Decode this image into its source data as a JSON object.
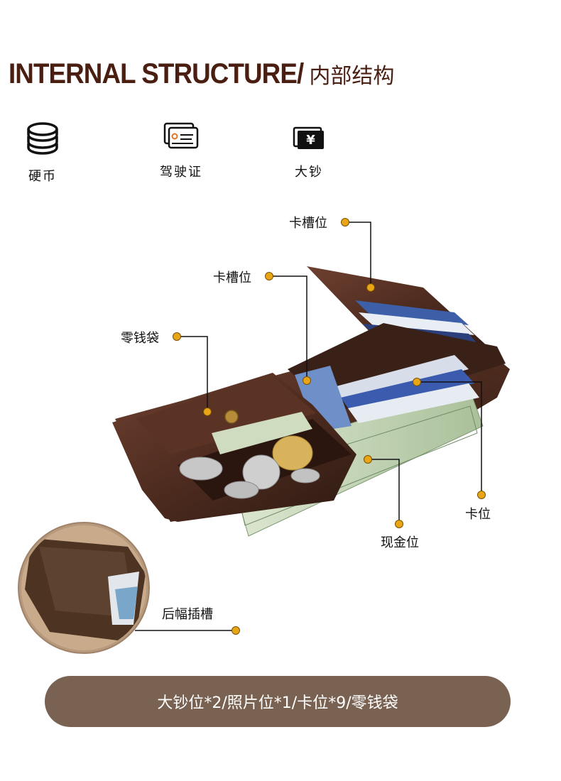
{
  "title": {
    "en": "INTERNAL STRUCTURE/",
    "cn": "内部结构"
  },
  "features": [
    {
      "label": "硬币",
      "icon": "coins-icon"
    },
    {
      "label": "驾驶证",
      "icon": "driving-license-icon"
    },
    {
      "label": "大钞",
      "icon": "banknote-icon"
    }
  ],
  "callouts": {
    "card_slot_top": "卡槽位",
    "card_slot_middle": "卡槽位",
    "coin_pocket": "零钱袋",
    "card_position": "卡位",
    "cash_position": "现金位",
    "back_slot": "后幅插槽"
  },
  "summary": "大钞位*2/照片位*1/卡位*9/零钱袋",
  "colors": {
    "title": "#4a1f12",
    "dot": "#e8a516",
    "banner": "#7a6252",
    "leather": "#4d2b1f"
  }
}
